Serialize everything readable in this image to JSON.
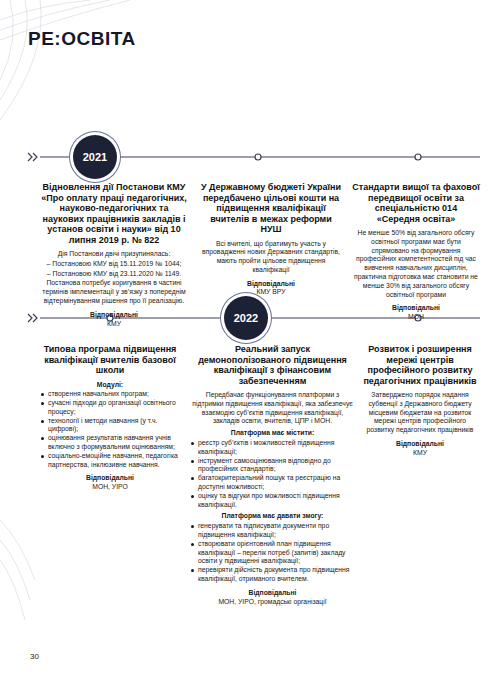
{
  "diagram": {
    "title": "РЕ:ОСВІТА",
    "nodes": [
      {
        "text": [
          "2021"
        ]
      },
      {
        "text": [
          "2022"
        ]
      }
    ],
    "labels": [
      "Відновлення дії Постанови КМУ «Про оплату праці педагогічних, науково-педагогічних та наукових працівників закладів і установ освіти і науки» від 10 липня 2019 р. № 822",
      "Дія Постанови двічі призупинялась:",
      "– Постановою КМУ від 15.11.2019 № 1044;",
      "– Постановою КМУ від 23.11.2020 № 1149.",
      "Постанова потребує коригування в частині термінів імплементації у зв’язку з попереднім відтермінуванням рішення про її реалізацію.",
      "Відповідальні",
      "КМУ",
      "У Державному бюджеті України передбачено цільові кошти на підвищення кваліфікації вчителів в межах реформи НУШ",
      "Всі вчителі, що братимуть участь у впровадженні нових Державних стандартів, мають пройти цільове підвищення кваліфікації",
      "Відповідальні",
      "КМУ ВРУ",
      "Стандарти вищої та фахової передвищої освіти за спеціальністю 014 «Середня освіта»",
      "Не менше 50% від загального обсягу освітньої програми має бути спрямовано на формування професійних компетентностей під час вивчення навчальних дисциплін, практична підготовка має становити не менше 30% від загального обсягу освітньої програми",
      "Відповідальні",
      "МОН",
      "Типова програма підвищення кваліфікації вчителів базової школи",
      "Модулі:",
      "створення навчальних програм;",
      "сучасні підходи до організації освітнього процесу;",
      "технології і методи навчання (у т.ч. цифрові);",
      "оцінювання результатів навчання учнів включно з формувальним оцінюванням;",
      "соціально-емоційне навчання, педагогіка партнерства, інклюзивне навчання.",
      "Відповідальні",
      "МОН, УІРО",
      "Реальний запуск демонополізованого підвищення кваліфікації з фінансовим забезпеченням",
      "Передбачає функціонування платформи з підтримки підвищення кваліфікації, яка забезпечує взаємодію суб’єктів підвищення кваліфікації, закладів освіти, вчителів, ЦПР і МОН.",
      "Платформа має містити:",
      "реєстр суб’єктів і можливостей підвищення кваліфікації;",
      "інструмент самооцінювання відповідно до професійних стандартів;",
      "багатокритеріальний пошук та реєстрацію на доступні можливості;",
      "оцінку та відгуки про можливості підвищення кваліфікації.",
      "Платформа має давати змогу:",
      "генерувати та підписувати документи про підвищення кваліфікації;",
      "створювати орієнтовний план підвищення кваліфікації – перелік потреб (запитів) закладу освіти у підвищенні кваліфікації;",
      "перевіряти дійсність документа про підвищення кваліфікації, отриманого вчителем.",
      "Відповідальні",
      "МОН, УІРО, громадські організації",
      "Розвиток і розширення мережі центрів професійного розвитку педагогічних працівників",
      "Затверджено порядок надання субвенції з Державного бюджету місцевим бюджетам на розвиток мережі центрів професійного розвитку педагогічних працівників",
      "Відповідальні",
      "КМУ",
      "30"
    ]
  }
}
